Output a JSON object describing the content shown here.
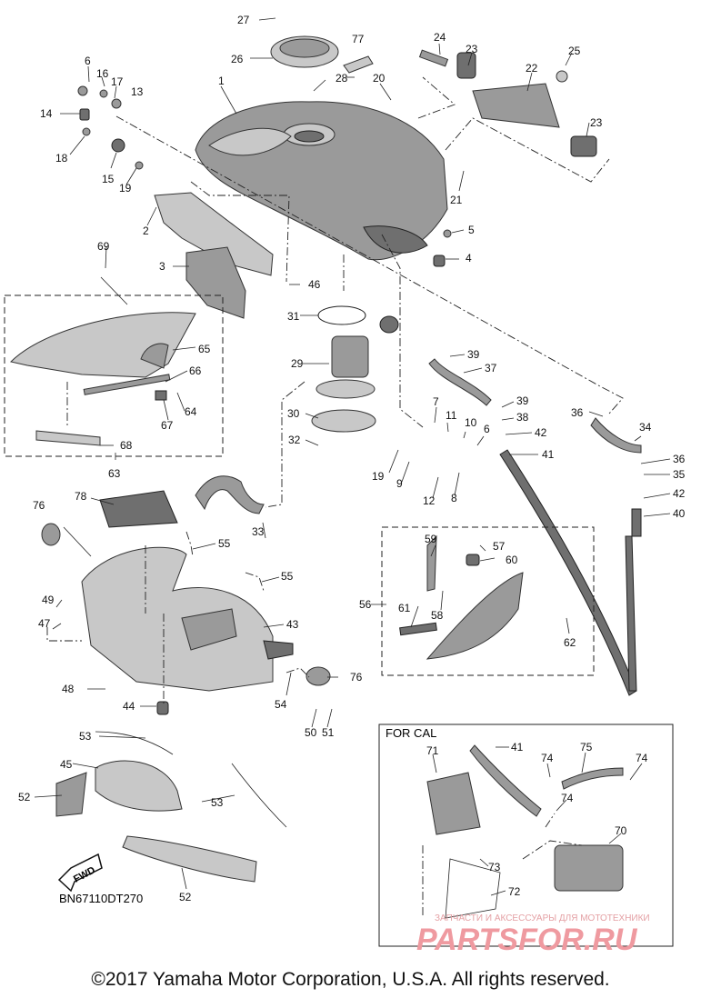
{
  "copyright": "©2017 Yamaha Motor Corporation, U.S.A. All rights reserved.",
  "diagram_code": "BN67110DT270",
  "fwd_label": "FWD",
  "inset_title": "FOR CAL",
  "watermark": {
    "top": "ЗАПЧАСТИ И АКСЕССУАРЫ ДЛЯ МОТОТЕХНИКИ",
    "main": "PARTSFOR.RU"
  },
  "callouts": {
    "c1": "1",
    "c2": "2",
    "c3": "3",
    "c4": "4",
    "c5": "5",
    "c6a": "6",
    "c6b": "6",
    "c7": "7",
    "c8": "8",
    "c9": "9",
    "c10": "10",
    "c11": "11",
    "c12": "12",
    "c13": "13",
    "c14": "14",
    "c15": "15",
    "c16": "16",
    "c17": "17",
    "c18": "18",
    "c19a": "19",
    "c19b": "19",
    "c20": "20",
    "c21": "21",
    "c22": "22",
    "c23a": "23",
    "c23b": "23",
    "c24": "24",
    "c25": "25",
    "c26": "26",
    "c27": "27",
    "c28": "28",
    "c29": "29",
    "c30": "30",
    "c31": "31",
    "c32": "32",
    "c33": "33",
    "c34": "34",
    "c35": "35",
    "c36a": "36",
    "c36b": "36",
    "c37": "37",
    "c38": "38",
    "c39a": "39",
    "c39b": "39",
    "c40": "40",
    "c41a": "41",
    "c41b": "41",
    "c42a": "42",
    "c42b": "42",
    "c43": "43",
    "c44": "44",
    "c45": "45",
    "c46": "46",
    "c47": "47",
    "c48": "48",
    "c49": "49",
    "c50": "50",
    "c51": "51",
    "c52a": "52",
    "c52b": "52",
    "c53a": "53",
    "c53b": "53",
    "c54": "54",
    "c55a": "55",
    "c55b": "55",
    "c56": "56",
    "c57": "57",
    "c58": "58",
    "c59": "59",
    "c60": "60",
    "c61": "61",
    "c62": "62",
    "c63": "63",
    "c64": "64",
    "c65": "65",
    "c66": "66",
    "c67": "67",
    "c68": "68",
    "c69": "69",
    "c70": "70",
    "c71": "71",
    "c72": "72",
    "c73": "73",
    "c74a": "74",
    "c74b": "74",
    "c74c": "74",
    "c75": "75",
    "c76a": "76",
    "c76b": "76",
    "c77": "77",
    "c78": "78"
  }
}
